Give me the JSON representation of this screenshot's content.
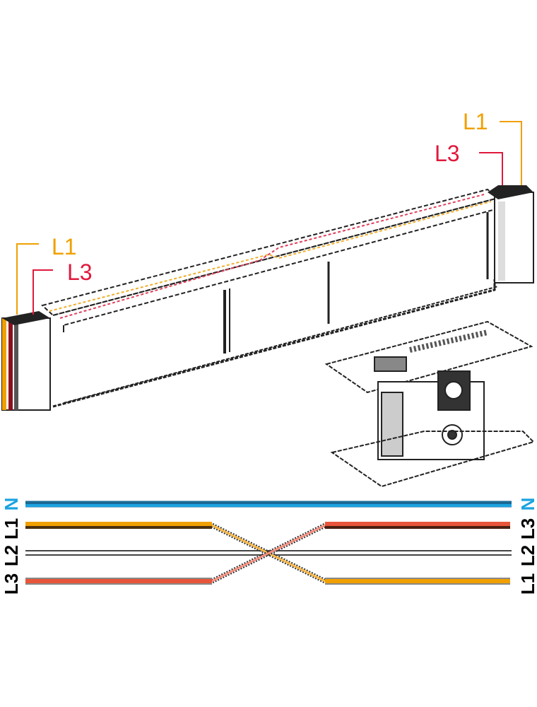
{
  "callouts": {
    "left_l1": "L1",
    "left_l3": "L3",
    "right_l1": "L1",
    "right_l3": "L3"
  },
  "wiring": {
    "left_labels": [
      "N",
      "L1",
      "L2",
      "L3"
    ],
    "right_labels": [
      "N",
      "L3",
      "L2",
      "L1"
    ]
  },
  "colors": {
    "N": "#1aa3e0",
    "L1": "#f0a000",
    "L2": "#ffffff",
    "L3": "#e8553a",
    "callout_l1": "#f0a000",
    "callout_l3": "#e0193c"
  }
}
